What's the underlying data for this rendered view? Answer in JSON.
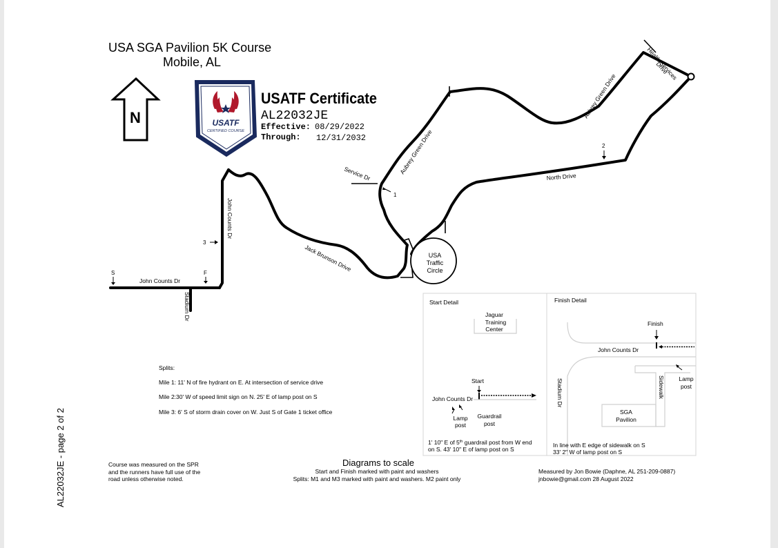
{
  "header": {
    "title_line1": "USA SGA Pavilion 5K Course",
    "title_line2": "Mobile, AL"
  },
  "north_arrow": {
    "letter": "N"
  },
  "badge": {
    "brand": "USATF",
    "sub": "CERTIFIED COURSE",
    "certificate_heading": "USATF Certificate",
    "cert_id": "AL22032JE",
    "effective_label": "Effective:",
    "effective_date": "08/29/2022",
    "through_label": "Through:",
    "through_date": "12/31/2032"
  },
  "map_labels": {
    "health_services_1": "Health Services",
    "health_services_2": "Drive",
    "aubrey_green_upper": "Aubrey Green Drive",
    "aubrey_green_lower": "Aubrey Green Drive",
    "service_dr": "Service Dr",
    "north_drive": "North Drive",
    "john_counts_vertical": "John Counts Dr",
    "jack_brunson": "Jack Brunson Drive",
    "john_counts_horizontal": "John Counts Dr",
    "stadium_dr": "Stadium Dr",
    "circle_1": "USA",
    "circle_2": "Traffic",
    "circle_3": "Circle",
    "start_marker": "S",
    "finish_marker": "F",
    "mile_1": "1",
    "mile_2": "2",
    "mile_3": "3"
  },
  "splits": {
    "heading": "Splits:",
    "mile1": "Mile 1: 11' N of fire hydrant on E. At intersection of service drive",
    "mile2": "Mile 2:30' W of speed limit sign on N. 25' E of lamp post on S",
    "mile3": "Mile 3: 6' S of storm drain cover on W. Just S of Gate 1 ticket office"
  },
  "start_detail": {
    "title": "Start Detail",
    "jaguar_1": "Jaguar",
    "jaguar_2": "Training",
    "jaguar_3": "Center",
    "start": "Start",
    "road": "John Counts Dr",
    "lamp_1": "Lamp",
    "lamp_2": "post",
    "guard_1": "Guardrail",
    "guard_2": "post",
    "note_1a": "1' 10\" E of  5",
    "note_1sup": "th",
    "note_1b": " guardrail post from W end",
    "note_2": "on S. 43' 10\" E of lamp post on S"
  },
  "finish_detail": {
    "title": "Finish Detail",
    "finish": "Finish",
    "road": "John Counts Dr",
    "stadium": "Stadium Dr",
    "sidewalk": "Sidewalk",
    "lamp_1": "Lamp",
    "lamp_2": "post",
    "sga_1": "SGA",
    "sga_2": "Pavilion",
    "note_1": "In line with E edge of sidewalk on S",
    "note_2": "33' 2\" W of lamp post on S"
  },
  "footer": {
    "measured_1": "Course was measured on the SPR",
    "measured_2": "and the runners have full use of the",
    "measured_3": "road unless otherwise noted.",
    "scale": "Diagrams to scale",
    "paint_1": "Start and Finish marked with paint and washers",
    "paint_2": "Splits: M1 and M3 marked with paint and washers. M2 paint only",
    "by_1": "Measured by Jon Bowie (Daphne, AL 251-209-0887)",
    "by_2": "jnbowie@gmail.com 28 August 2022",
    "side_page": "AL22032JE - page 2 of 2"
  },
  "colors": {
    "paper": "#ffffff",
    "ink": "#000000",
    "badge_navy": "#1a2a5e",
    "badge_red": "#b0182b",
    "margin_grey": "#e9e9e9"
  }
}
